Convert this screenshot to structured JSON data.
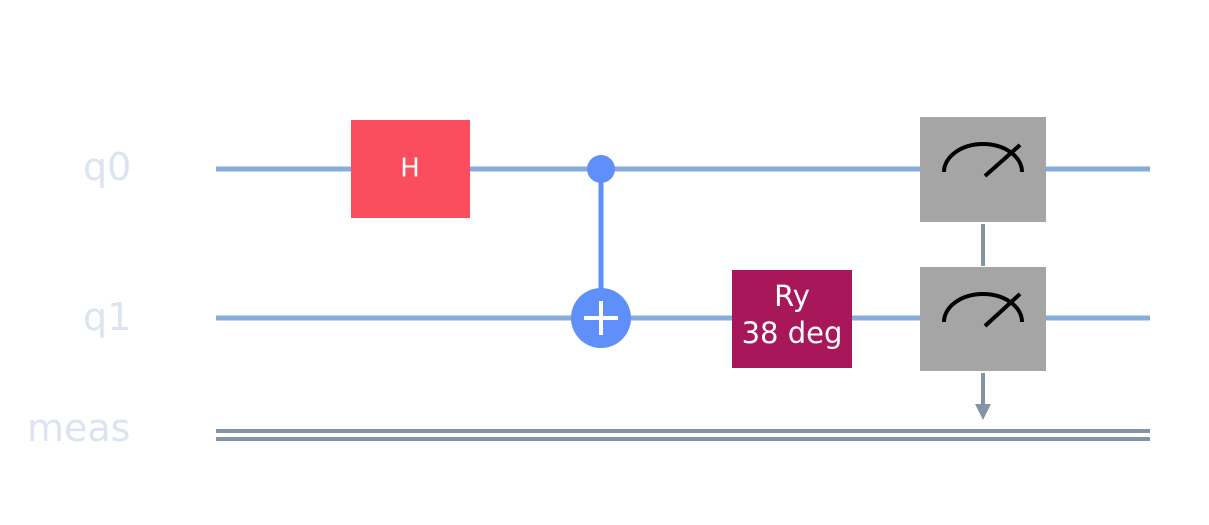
{
  "wires": {
    "qubits": [
      {
        "label": "q0"
      },
      {
        "label": "q1"
      }
    ],
    "classical": {
      "label": "meas"
    }
  },
  "gates": {
    "hadamard": {
      "label": "H",
      "qubit": "q0"
    },
    "cnot": {
      "control": "q0",
      "target": "q1"
    },
    "ry": {
      "name": "Ry",
      "param": "38 deg",
      "qubit": "q1"
    },
    "measure": [
      {
        "qubit": "q0"
      },
      {
        "qubit": "q1"
      }
    ]
  },
  "colors": {
    "label": "#dbe4f0",
    "quantum_wire": "#86abdd",
    "classical_wire": "#8593a8",
    "hadamard": "#fa4d5e",
    "cnot": "#5f8ff8",
    "ry": "#a8175a",
    "measure_box": "#a5a5a5",
    "gate_text": "#ffffff",
    "meter": "#000000"
  }
}
